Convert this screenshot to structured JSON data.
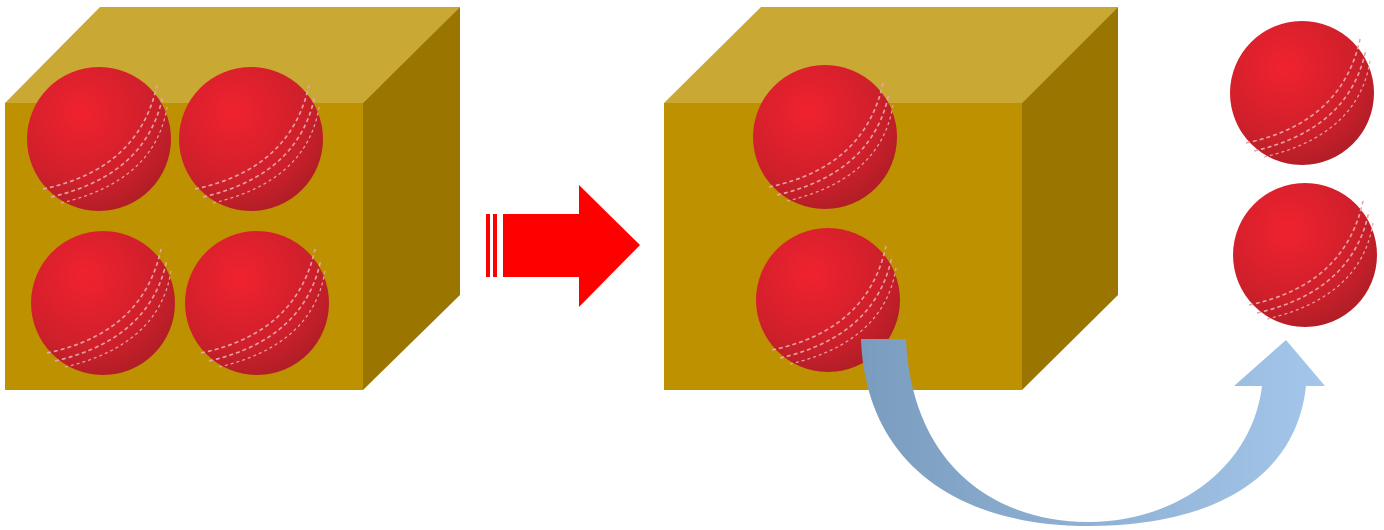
{
  "scene": {
    "box_colors": {
      "top": "#C9A834",
      "front": "#BD9100",
      "side": "#9A7600"
    },
    "ball_colors": {
      "highlight": "#F0222F",
      "base": "#D0202B",
      "shadow": "#B01E26",
      "seam": "#E9A3A8"
    },
    "arrow_colors": {
      "transition_arrow": "#FF0000",
      "curved_arrow_start": "#7A9CBE",
      "curved_arrow_end": "#A4C6EA"
    },
    "icons": {
      "transition_arrow": "right-arrow-icon",
      "curved_arrow": "curved-up-arrow-icon",
      "ball": "cricket-ball-icon"
    },
    "left_box": {
      "ball_count": 4
    },
    "right_box": {
      "ball_count": 2
    },
    "removed_balls": {
      "ball_count": 2
    }
  }
}
